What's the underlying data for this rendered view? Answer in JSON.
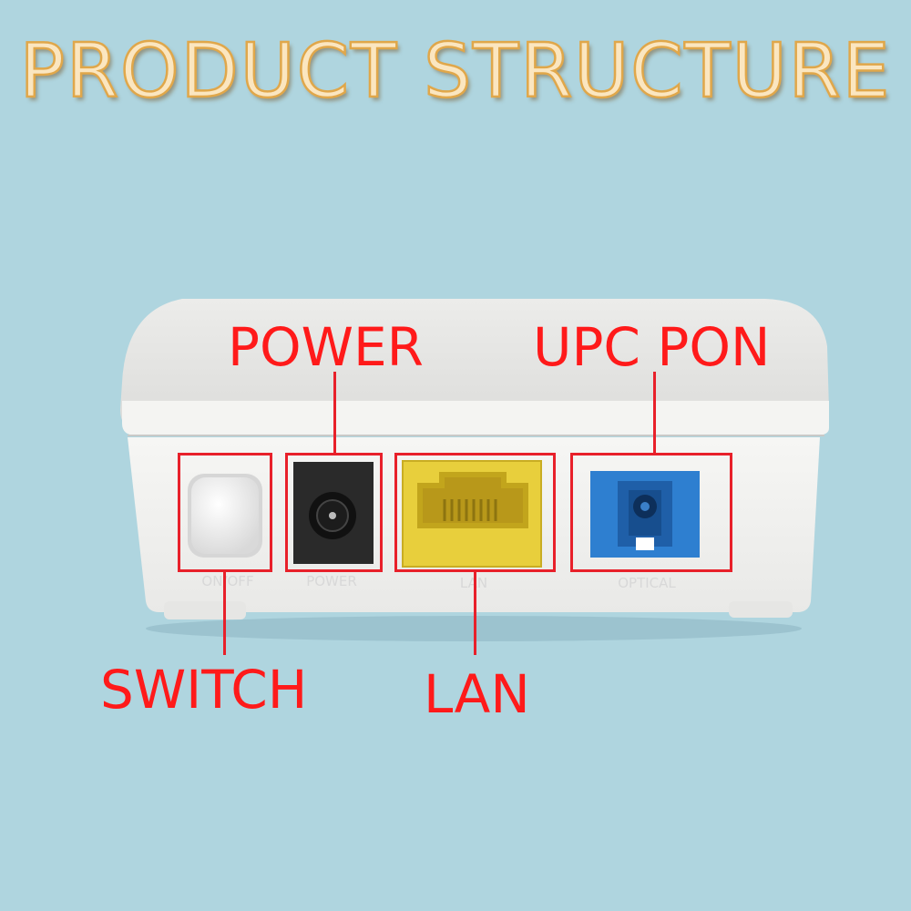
{
  "title": "PRODUCT STRUCTURE",
  "callouts": {
    "power": "POWER",
    "upc_pon": "UPC PON",
    "switch": "SWITCH",
    "lan": "LAN"
  },
  "device_port_labels": {
    "switch": "ON/OFF",
    "power": "POWER",
    "lan": "LAN",
    "optical": "OPTICAL"
  },
  "colors": {
    "background": "#afd5df",
    "callout_red": "#ff1a1a",
    "title_fill": "#fbe6c0",
    "title_outline": "#e0a74a",
    "device_body": "#f1f1ef",
    "lan_port": "#e8cf3c",
    "optical_port": "#2e7fd0"
  }
}
